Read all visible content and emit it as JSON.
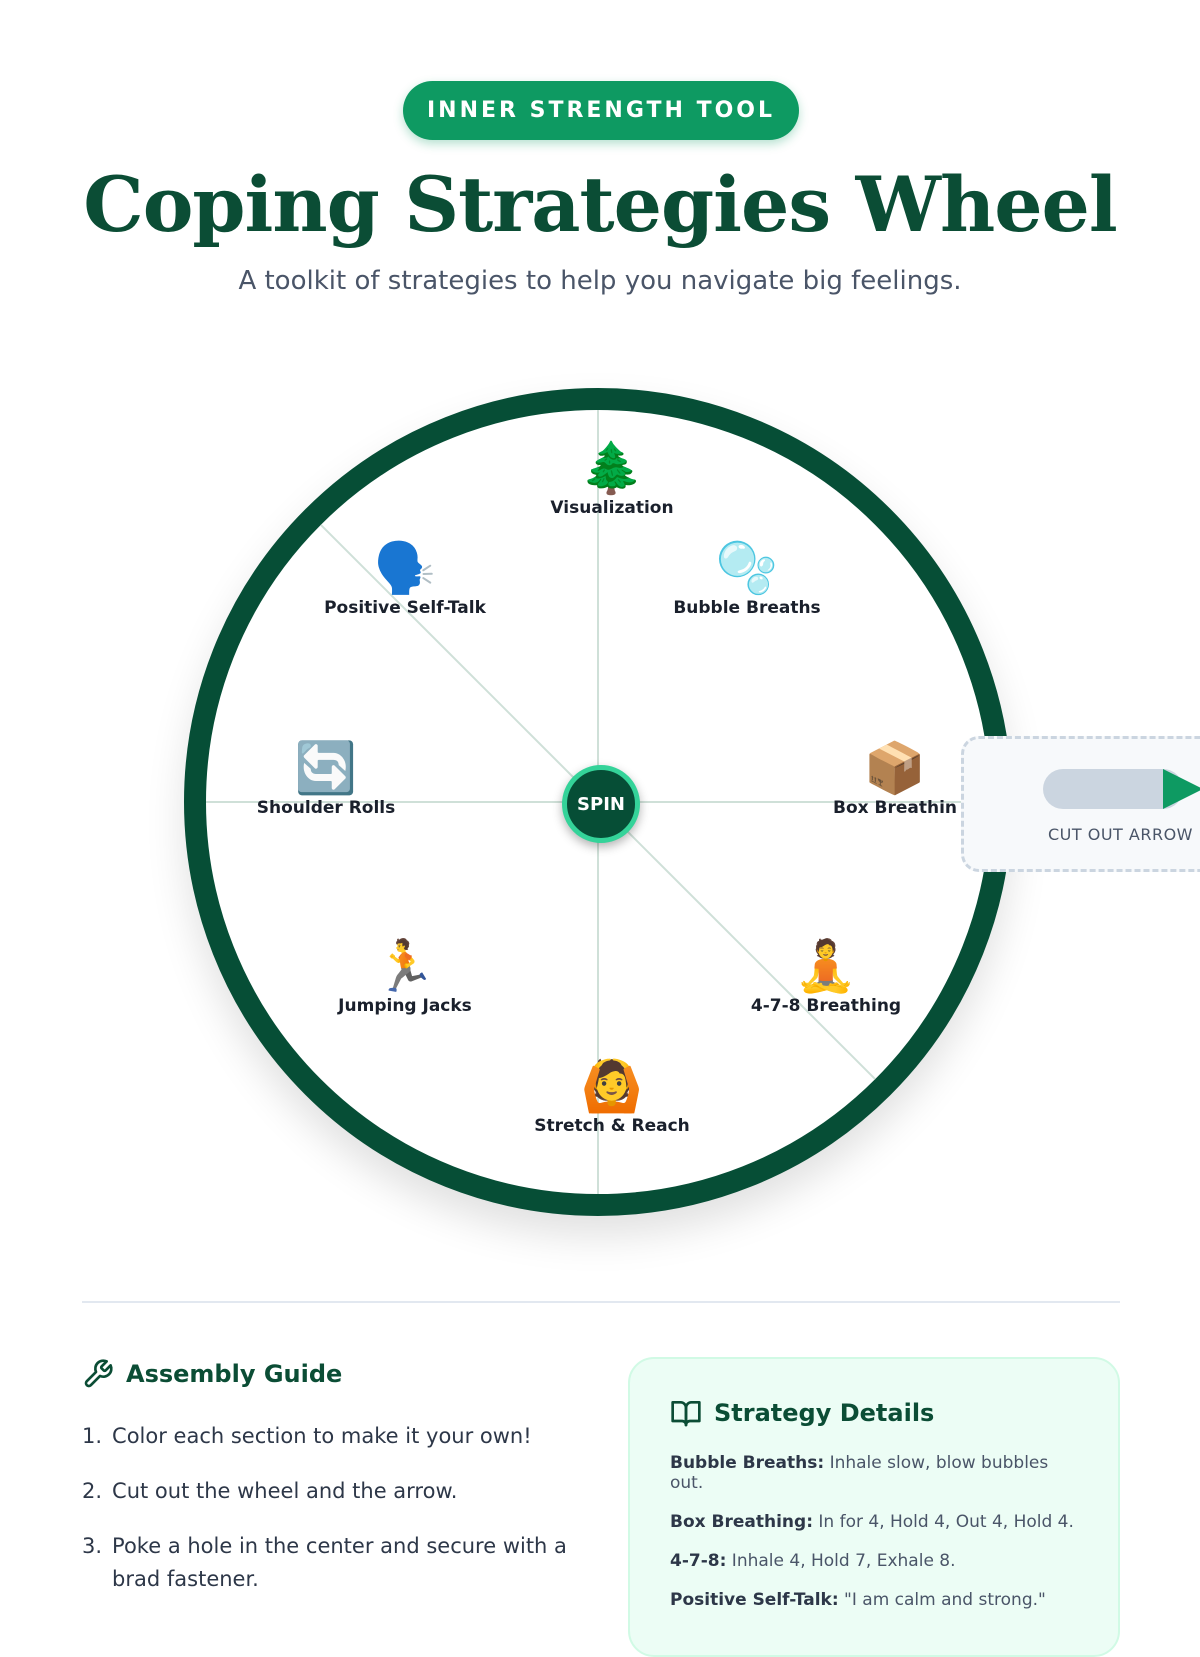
{
  "header": {
    "badge": "INNER STRENGTH TOOL",
    "title": "Coping Strategies Wheel",
    "subtitle": "A toolkit of strategies to help you navigate big feelings."
  },
  "wheel": {
    "center_label": "SPIN",
    "segments": [
      {
        "emoji": "🌲",
        "label": "Visualization"
      },
      {
        "emoji": "🫧",
        "label": "Bubble Breaths"
      },
      {
        "emoji": "📦",
        "label": "Box Breathin"
      },
      {
        "emoji": "🧘",
        "label": "4-7-8 Breathing"
      },
      {
        "emoji": "🙆",
        "label": "Stretch & Reach"
      },
      {
        "emoji": "🏃",
        "label": "Jumping Jacks"
      },
      {
        "emoji": "🔄",
        "label": "Shoulder Rolls"
      },
      {
        "emoji": "🗣️",
        "label": "Positive Self-Talk"
      }
    ]
  },
  "arrow": {
    "label": "CUT OUT ARROW"
  },
  "guide": {
    "title": "Assembly Guide",
    "steps": [
      {
        "n": "1.",
        "text": "Color each section to make it your own!"
      },
      {
        "n": "2.",
        "text": "Cut out the wheel and the arrow."
      },
      {
        "n": "3.",
        "text": "Poke a hole in the center and secure with a brad fastener."
      }
    ]
  },
  "details": {
    "title": "Strategy Details",
    "items": [
      {
        "term": "Bubble Breaths:",
        "desc": " Inhale slow, blow bubbles out."
      },
      {
        "term": "Box Breathing:",
        "desc": " In for 4, Hold 4, Out 4, Hold 4."
      },
      {
        "term": "4-7-8:",
        "desc": " Inhale 4, Hold 7, Exhale 8."
      },
      {
        "term": "Positive Self-Talk:",
        "desc": " \"I am calm and strong.\""
      }
    ]
  },
  "colors": {
    "primary": "#064e36",
    "accent": "#0e9a62",
    "ring": "#34d399"
  }
}
